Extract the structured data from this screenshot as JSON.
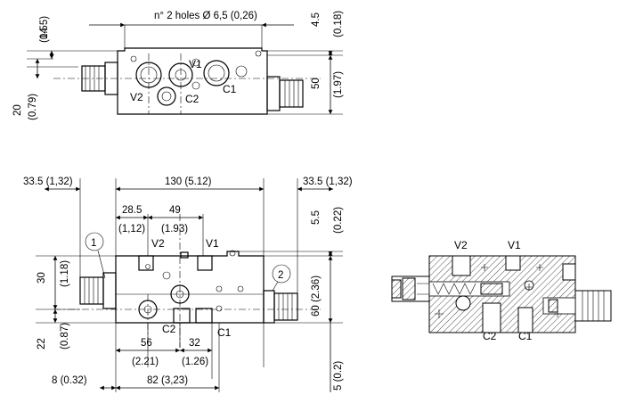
{
  "top_view": {
    "holes_note": "n° 2 holes Ø 6,5 (0,26)",
    "dim_14": "14",
    "dim_14_in": "(0.55)",
    "dim_20": "20",
    "dim_20_in": "(0.79)",
    "dim_4_5": "4.5",
    "dim_4_5_in": "(0.18)",
    "dim_50": "50",
    "dim_50_in": "(1.97)",
    "port_v1": "V1",
    "port_v2": "V2",
    "port_c1": "C1",
    "port_c2": "C2"
  },
  "front_view": {
    "dim_left_overhang": "33.5 (1,32)",
    "dim_body_length": "130 (5.12)",
    "dim_right_overhang": "33.5 (1,32)",
    "dim_28_5": "28.5",
    "dim_28_5_in": "(1,12)",
    "dim_49": "49",
    "dim_49_in": "(1.93)",
    "dim_5_5": "5.5",
    "dim_5_5_in": "(0.22)",
    "dim_30": "30",
    "dim_30_in": "(1.18)",
    "dim_22": "22",
    "dim_22_in": "(0.87)",
    "dim_60": "60 (2.36)",
    "dim_56": "56",
    "dim_56_in": "(2.21)",
    "dim_32": "32",
    "dim_32_in": "(1.26)",
    "dim_8": "8 (0.32)",
    "dim_82": "82 (3,23)",
    "dim_5": "5 (0.2)",
    "callout_1": "1",
    "callout_2": "2",
    "port_v1": "V1",
    "port_v2": "V2",
    "port_c1": "C1",
    "port_c2": "C2"
  },
  "section_view": {
    "port_v1": "V1",
    "port_v2": "V2",
    "port_c1": "C1",
    "port_c2": "C2"
  }
}
